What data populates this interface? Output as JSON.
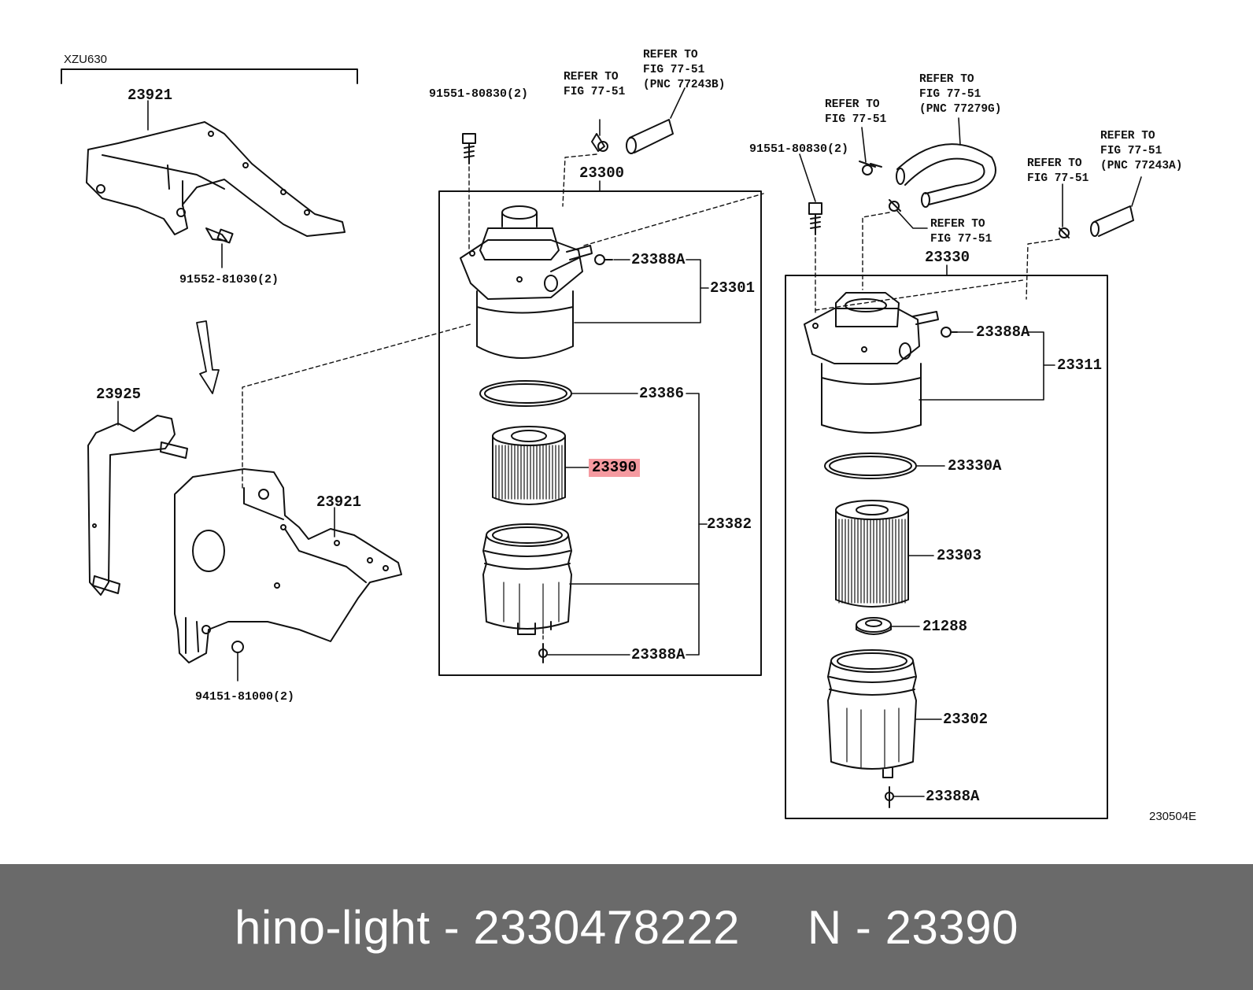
{
  "diagram": {
    "model_code": "XZU630",
    "figure_code": "230504E",
    "part_numbers": {
      "p23921_top": "23921",
      "p23921_bottom": "23921",
      "p23925": "23925",
      "p91552": "91552-81030(2)",
      "p94151": "94151-81000(2)",
      "p91551_left": "91551-80830(2)",
      "p91551_right": "91551-80830(2)",
      "p23300": "23300",
      "p23301": "23301",
      "p23388A_1": "23388A",
      "p23386": "23386",
      "p23390": "23390",
      "p23382": "23382",
      "p23388A_2": "23388A",
      "p23330": "23330",
      "p23388A_3": "23388A",
      "p23311": "23311",
      "p23330A": "23330A",
      "p23303": "23303",
      "p21288": "21288",
      "p23302": "23302",
      "p23388A_4": "23388A"
    },
    "references": {
      "ref1": "REFER TO\nFIG 77-51",
      "ref2": "REFER TO\nFIG 77-51\n(PNC 77243B)",
      "ref3": "REFER TO\nFIG 77-51",
      "ref4": "REFER TO\nFIG 77-51\n(PNC 77279G)",
      "ref5": "REFER TO\nFIG 77-51",
      "ref6": "REFER TO\nFIG 77-51",
      "ref7": "REFER TO\nFIG 77-51\n(PNC 77243A)"
    },
    "highlight_color": "#f59aa0"
  },
  "footer": {
    "brand": "hino-light",
    "dash1": " - ",
    "article": "2330478222",
    "gap": "     ",
    "prefix": "N",
    "dash2": " - ",
    "part": "23390",
    "background": "#6a6a6a"
  }
}
